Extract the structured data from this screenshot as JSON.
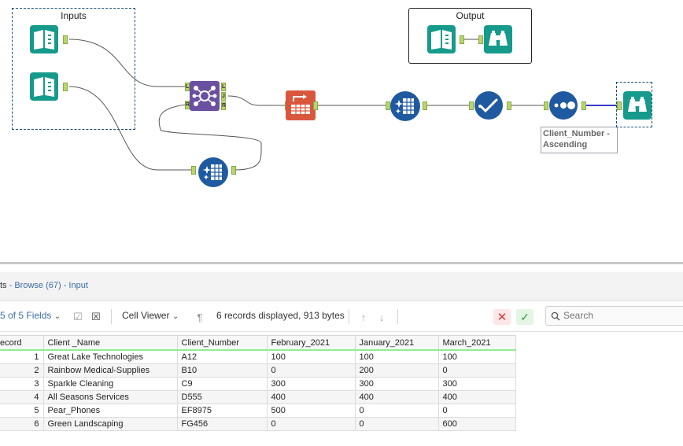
{
  "canvas": {
    "containers": [
      {
        "title": "Inputs"
      },
      {
        "title": "Output"
      }
    ],
    "join_anchors": [
      "L",
      "R",
      "L",
      "J",
      "R"
    ],
    "sort_annotation": "Client_Number -\nAscending",
    "colors": {
      "input_tool": "#159a8c",
      "join_tool": "#6b4fa0",
      "transpose_tool": "#d9573d",
      "formula_tool": "#1f5aa0",
      "select_tool": "#1f5aa0",
      "sort_tool": "#1f5aa0",
      "browse_tool": "#159a8c",
      "wire": "#555555",
      "anchor": "#b7d66b"
    }
  },
  "results": {
    "title_prefix": "ts",
    "title_rest": " - Browse (67) - Input",
    "toolbar": {
      "fields_label": "5 of 5 Fields",
      "cell_viewer_label": "Cell Viewer",
      "records_label": "6 records displayed, 913 bytes",
      "search_placeholder": "Search"
    },
    "table": {
      "columns": [
        "ecord",
        "Client _Name",
        "Client_Number",
        "February_2021",
        "January_2021",
        "March_2021"
      ],
      "rows": [
        [
          "1",
          "Great Lake Technologies",
          "A12",
          "100",
          "100",
          "100"
        ],
        [
          "2",
          "Rainbow Medical-Supplies",
          "B10",
          "0",
          "200",
          "0"
        ],
        [
          "3",
          "Sparkle Cleaning",
          "C9",
          "300",
          "300",
          "300"
        ],
        [
          "4",
          "All Seasons Services",
          "D555",
          "400",
          "400",
          "400"
        ],
        [
          "5",
          "Pear_Phones",
          "EF8975",
          "500",
          "0",
          "0"
        ],
        [
          "6",
          "Green Landscaping",
          "FG456",
          "0",
          "0",
          "600"
        ]
      ]
    }
  }
}
